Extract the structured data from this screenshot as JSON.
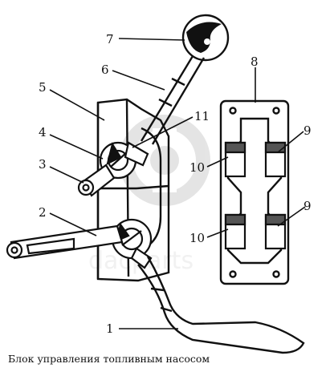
{
  "caption": "Блок управления топливным насосом",
  "watermark": {
    "text": "dacparts",
    "color": "#cccccc"
  },
  "callouts": {
    "c1": "1",
    "c2": "2",
    "c3": "3",
    "c4": "4",
    "c5": "5",
    "c6": "6",
    "c7": "7",
    "c8": "8",
    "c9a": "9",
    "c9b": "9",
    "c10a": "10",
    "c10b": "10",
    "c11": "11"
  }
}
